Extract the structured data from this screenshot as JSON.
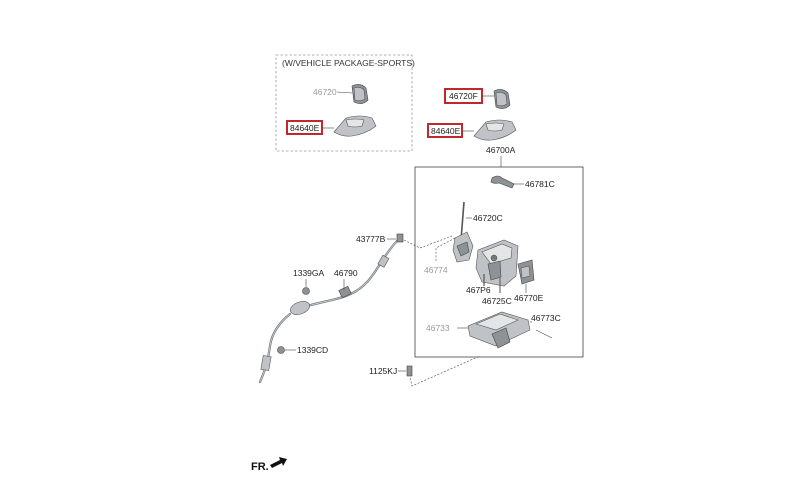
{
  "package_header": "(W/VEHICLE PACKAGE-SPORTS)",
  "orientation_label": "FR.",
  "parts": {
    "pkg_46720": "46720",
    "pkg_84640E": "84640E",
    "p_46720F": "46720F",
    "p_84640E": "84640E",
    "p_46700A": "46700A",
    "p_46781C": "46781C",
    "p_46720C": "46720C",
    "p_43777B": "43777B",
    "p_46774": "46774",
    "p_467P6": "467P6",
    "p_46725C": "46725C",
    "p_46770E": "46770E",
    "p_46733": "46733",
    "p_46773C": "46773C",
    "p_1339GA": "1339GA",
    "p_46790": "46790",
    "p_1339CD": "1339CD",
    "p_1125KJ": "1125KJ"
  },
  "highlight_color": "#c0282d"
}
